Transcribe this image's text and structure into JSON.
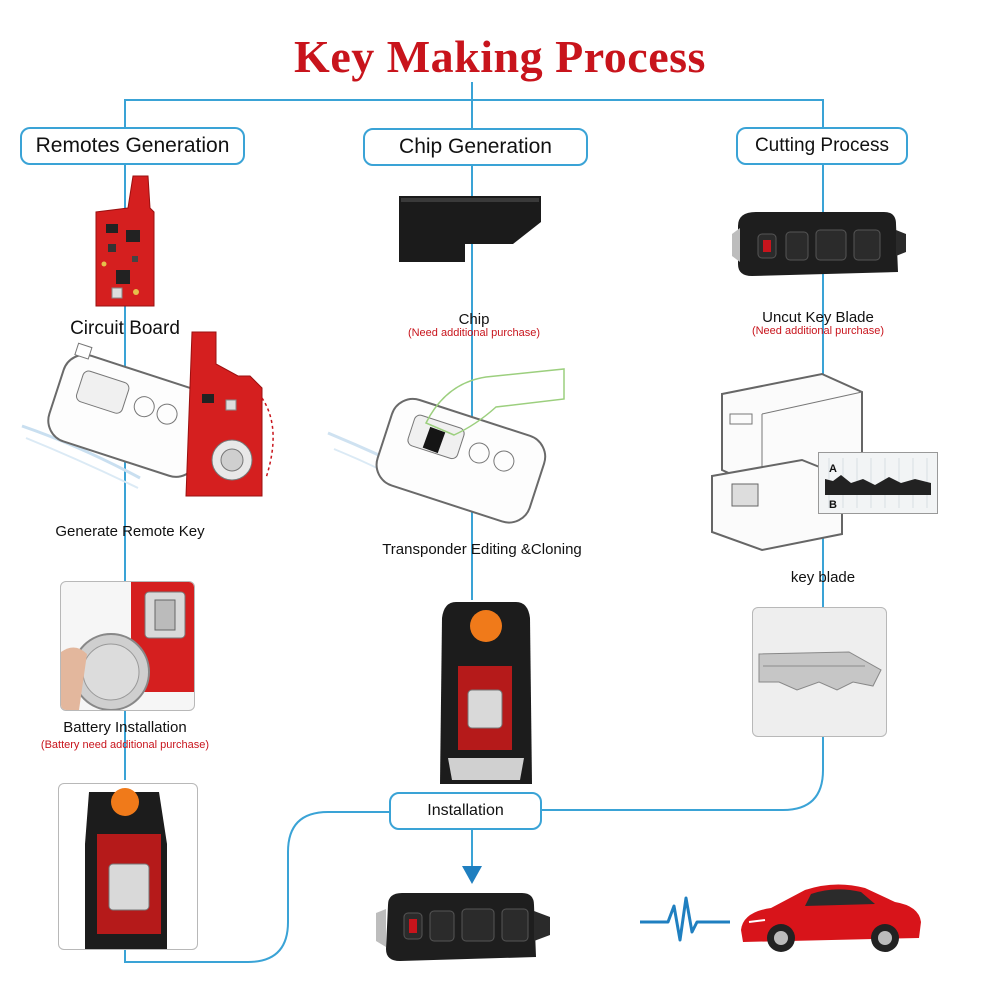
{
  "title": "Key Making Process",
  "columns": {
    "remotes": {
      "header": "Remotes Generation",
      "circuit_board_label": "Circuit Board",
      "generate_label": "Generate Remote Key",
      "battery_label": "Battery Installation",
      "battery_note": "(Battery need additional purchase)"
    },
    "chip": {
      "header": "Chip Generation",
      "chip_label": "Chip",
      "chip_note": "(Need additional purchase)",
      "transponder_label": "Transponder Editing &Cloning"
    },
    "cutting": {
      "header": "Cutting Process",
      "blade_label": "Uncut Key  Blade",
      "blade_note": "(Need additional purchase)",
      "key_blade_label": "key blade",
      "graph_marker_a": "A",
      "graph_marker_b": "B"
    }
  },
  "installation": {
    "label": "Installation"
  },
  "colors": {
    "accent_line": "#3aa3d6",
    "title_red": "#c8141c",
    "board_red": "#d51f1f",
    "key_black": "#1c1c1c",
    "car_red": "#d8141a",
    "heartbeat": "#1f7fc0"
  }
}
